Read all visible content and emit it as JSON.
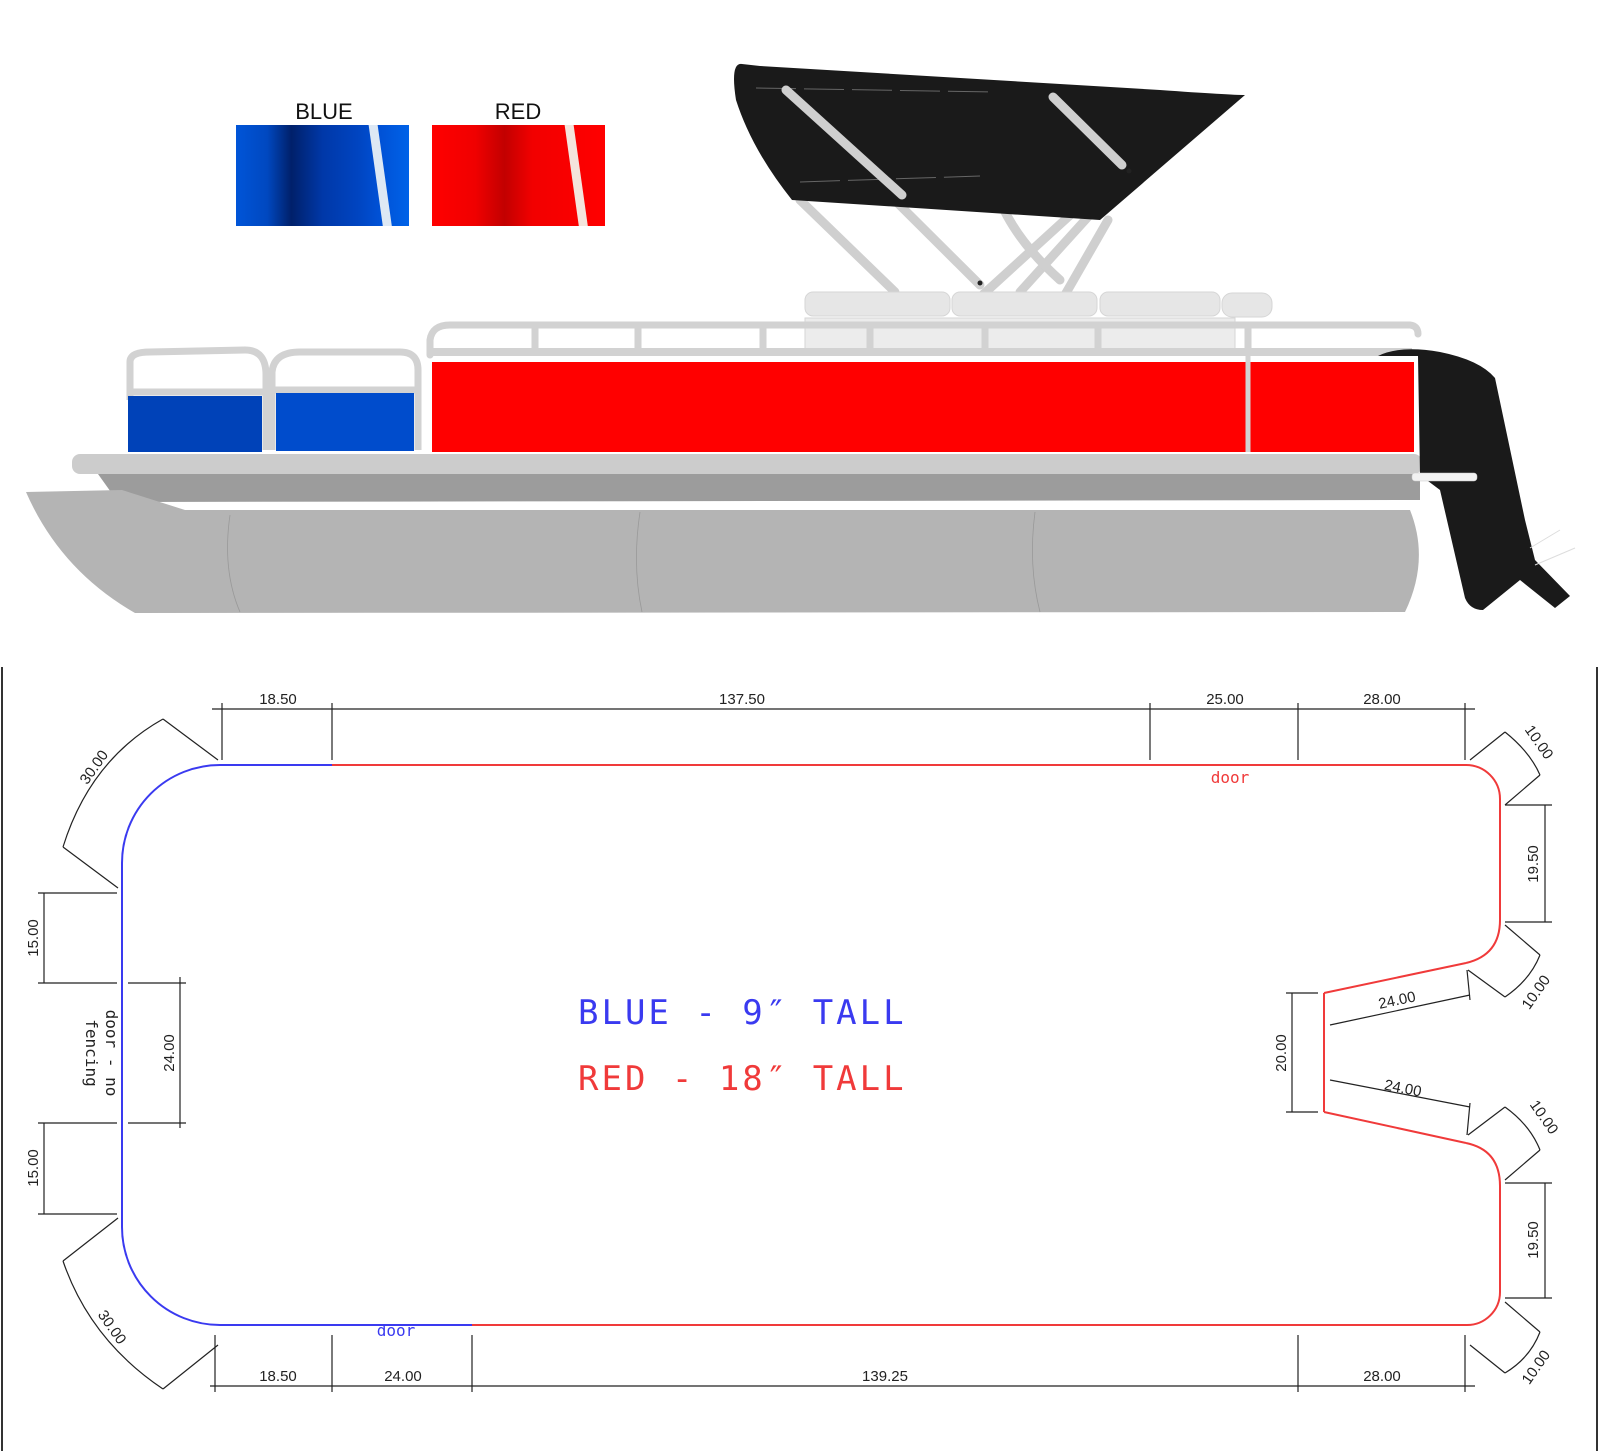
{
  "swatches": [
    {
      "label": "BLUE",
      "color": "#0050d0",
      "dark": "#002a78"
    },
    {
      "label": "RED",
      "color": "#ff0000",
      "dark": "#c80000"
    }
  ],
  "boat_illustration": {
    "description": "Pontoon boat side profile with black bimini top and outboard motor",
    "bow_panel_color": "#0048c8",
    "side_panel_color": "#ff0000",
    "bimini_color": "#1a1a1a",
    "hull_color": "#b4b4b4",
    "rail_color": "#d2d2d2"
  },
  "drawing": {
    "legend": {
      "blue": "BLUE - 9″ TALL",
      "red": "RED - 18″ TALL",
      "blue_color": "#3a3af0",
      "red_color": "#f03a3a"
    },
    "labels": {
      "top_door": "door",
      "bottom_door": "door",
      "bow_door_line1": "door - no",
      "bow_door_line2": "fencing"
    },
    "top_dims": [
      "18.50",
      "137.50",
      "25.00",
      "28.00"
    ],
    "bottom_dims": [
      "18.50",
      "24.00",
      "139.25",
      "28.00"
    ],
    "left_dims": {
      "upper": "15.00",
      "door": "24.00",
      "lower": "15.00"
    },
    "bow_arcs": {
      "upper": "30.00",
      "lower": "30.00"
    },
    "stern_arcs": [
      "10.00",
      "10.00",
      "10.00",
      "10.00"
    ],
    "stern_dims": {
      "upper_straight": "19.50",
      "lower_straight": "19.50",
      "notch_width": "20.00",
      "notch_upper_depth": "24.00",
      "notch_lower_depth": "24.00"
    }
  }
}
